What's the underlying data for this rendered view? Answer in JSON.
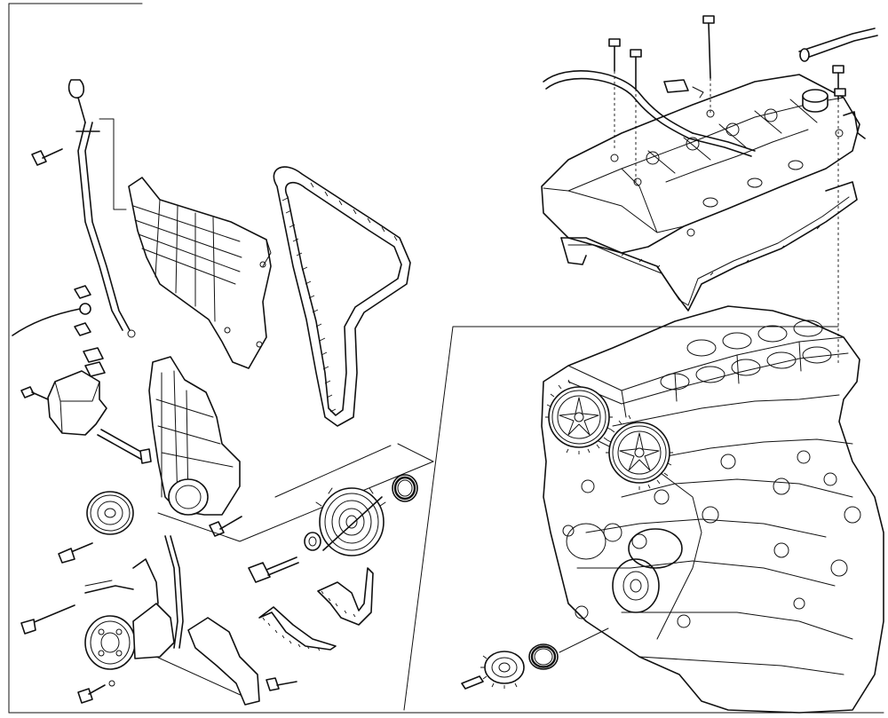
{
  "diagram": {
    "caption": "",
    "parts": [
      "oil-dipstick",
      "dipstick-tube",
      "upper-timing-cover",
      "timing-belt",
      "middle-timing-cover",
      "lower-timing-cover",
      "tensioner",
      "crankshaft-pulley",
      "water-pump-pulley",
      "power-steering-pump",
      "drive-belts",
      "cylinder-head-cover",
      "head-cover-gasket",
      "camshaft-pulleys",
      "engine-block",
      "crankshaft-timing-pulley",
      "crankshaft-seal"
    ],
    "colors": {
      "line": "#111111",
      "background": "#ffffff"
    }
  }
}
